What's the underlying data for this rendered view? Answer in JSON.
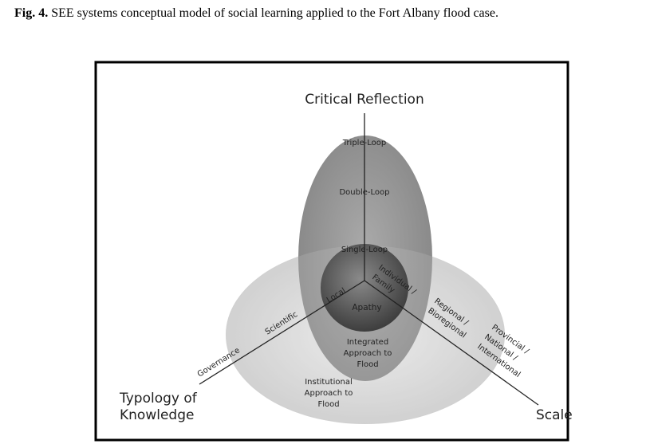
{
  "caption": {
    "label": "Fig. 4.",
    "text": " SEE systems conceptual model of social learning applied to the Fort Albany flood case."
  },
  "diagram": {
    "axes": {
      "vertical": "Critical Reflection",
      "left_line1": "Typology of",
      "left_line2": "Knowledge",
      "right": "Scale"
    },
    "vertical_labels": [
      "Triple-Loop",
      "Double-Loop",
      "Single-Loop"
    ],
    "left_labels": [
      "Local",
      "Scientific",
      "Governance"
    ],
    "right_labels": {
      "individual": "Individual /",
      "family": "Family",
      "regional": "Regional /",
      "bioregional": "Bioregional",
      "provincial": "Provincial /",
      "national": "National /",
      "international": "International"
    },
    "center": "Apathy",
    "integrated": [
      "Integrated",
      "Approach to",
      "Flood"
    ],
    "institutional": [
      "Institutional",
      "Approach to",
      "Flood"
    ]
  }
}
